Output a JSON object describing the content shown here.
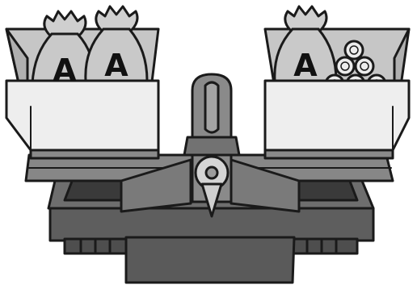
{
  "diagram": {
    "left_pan": {
      "bags": [
        {
          "label": "A"
        },
        {
          "label": "A"
        }
      ]
    },
    "right_pan": {
      "bags": [
        {
          "label": "A"
        }
      ],
      "coins": {
        "count": 6
      }
    },
    "colors": {
      "outline": "#1a1a1a",
      "bag_fill": "#c9c9c9",
      "pan_front": "#eeeeee",
      "pan_inside": "#c6c6c6",
      "beam": "#858585",
      "base": "#6e6e6e",
      "coin": "#ececec"
    },
    "icons": [
      "money-bag-icon",
      "coin-icon",
      "balance-scale-icon"
    ]
  }
}
